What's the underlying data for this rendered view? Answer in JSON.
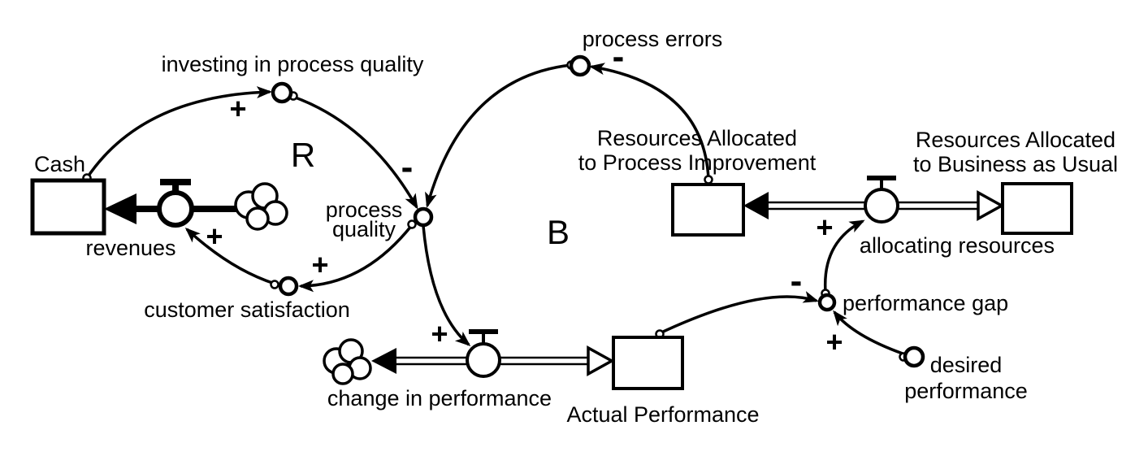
{
  "diagram": {
    "type": "stock-and-flow",
    "background": "#ffffff",
    "ink": "#000000",
    "loops": [
      {
        "id": "R",
        "label": "R",
        "meaning": "reinforcing loop"
      },
      {
        "id": "B",
        "label": "B",
        "meaning": "balancing loop"
      }
    ],
    "stocks": [
      {
        "id": "cash",
        "label": "Cash"
      },
      {
        "id": "resources-process-improvement",
        "lines": [
          "Resources Allocated",
          "to Process Improvement"
        ]
      },
      {
        "id": "resources-business-as-usual",
        "lines": [
          "Resources Allocated",
          "to Business as Usual"
        ]
      },
      {
        "id": "actual-performance",
        "label": "Actual Performance"
      }
    ],
    "flows": [
      {
        "id": "revenues",
        "label": "revenues"
      },
      {
        "id": "allocating-resources",
        "label": "allocating resources"
      },
      {
        "id": "change-in-performance",
        "label": "change in performance"
      }
    ],
    "auxiliaries": [
      {
        "id": "investing-in-process-quality",
        "label": "investing in process quality"
      },
      {
        "id": "process-quality",
        "lines": [
          "process",
          "quality"
        ]
      },
      {
        "id": "process-errors",
        "label": "process errors"
      },
      {
        "id": "customer-satisfaction",
        "label": "customer satisfaction"
      },
      {
        "id": "performance-gap",
        "label": "performance gap"
      },
      {
        "id": "desired-performance",
        "lines": [
          "desired",
          "performance"
        ]
      }
    ],
    "links": [
      {
        "from": "Cash",
        "to": "investing in process quality",
        "sign": "+"
      },
      {
        "from": "investing in process quality",
        "to": "process quality"
      },
      {
        "from": "process errors",
        "to": "process quality",
        "sign": "-"
      },
      {
        "from": "Resources Allocated to Process Improvement",
        "to": "process errors",
        "sign": "-"
      },
      {
        "from": "process quality",
        "to": "customer satisfaction",
        "sign": "+"
      },
      {
        "from": "customer satisfaction",
        "to": "revenues",
        "sign": "+"
      },
      {
        "from": "process quality",
        "to": "change in performance",
        "sign": "+"
      },
      {
        "from": "Actual Performance",
        "to": "performance gap",
        "sign": "-"
      },
      {
        "from": "desired performance",
        "to": "performance gap",
        "sign": "+"
      },
      {
        "from": "performance gap",
        "to": "allocating resources",
        "sign": "+"
      }
    ]
  }
}
